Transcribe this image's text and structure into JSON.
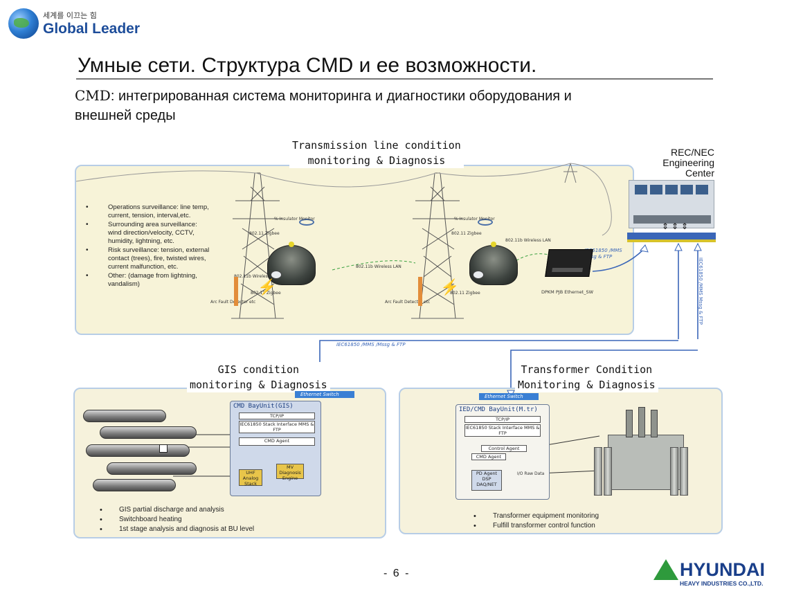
{
  "logo": {
    "tagline": "세계를 이끄는 힘",
    "name": "Global Leader"
  },
  "title": "Умные сети. Структура CMD и ее возможности.",
  "subtitle": {
    "cmd": "CMD",
    "text": ": интегрированная система мониторинга и диагностики оборудования и внешней среды"
  },
  "transmission": {
    "title_line1": "Transmission line condition",
    "title_line2": "monitoring & Diagnosis",
    "bullets": [
      "Operations surveillance: line temp, current, tension, interval,etc.",
      "Surrounding area surveillance: wind direction/velocity, CCTV, humidity, lightning, etc.",
      "Risk surveillance: tension, external contact (trees), fire, twisted wires, current malfunction, etc.",
      "Other: (damage from lightning, vandalism)"
    ],
    "labels": {
      "insulator1": "% Insulator Monitor",
      "insulator2": "% Insulator Monitor",
      "zigbee1": "802.11 Zigbee",
      "zigbee2": "802.11 Zigbee",
      "zigbee3": "802.11 Zigbee",
      "zigbee4": "802.11 Zigbee",
      "wlan1": "802.11b Wireless LAN",
      "wlan2": "802.11b Wireless LAN",
      "wlan3": "802.11b Wireless LAN",
      "arc1": "Arc Fault Detector etc",
      "arc2": "Arc Fault Detector etc",
      "device": "DPKM PJB Ethernet_SW",
      "iec_upper": "IEC61850 /MMS Mssg & FTP",
      "iec_vertical": "IEC61850 /MMS Mssg & FTP",
      "iec_lower": "IEC61850 /MMS /Mssg & FTP"
    }
  },
  "rec": {
    "line1": "REC/NEC",
    "line2": "Engineering",
    "line3": "Center"
  },
  "gis": {
    "title_line1": "GIS condition",
    "title_line2": "monitoring & Diagnosis",
    "switch": "Ethernet Switch",
    "bay_title": "CMD BayUnit(GIS)",
    "tcpip": "TCP/IP",
    "iec_stack": "IEC61850 Stack Interface MMS & FTP",
    "agent": "CMD Agent",
    "uhf": "UHF Analog Stack",
    "mv": "MV Diagnosis Engine",
    "bullets": [
      "GIS partial discharge and analysis",
      "Switchboard heating",
      "1st stage analysis and diagnosis at BU level"
    ]
  },
  "transformer": {
    "title_line1": "Transformer Condition",
    "title_line2": "Monitoring & Diagnosis",
    "switch": "Ethernet Switch",
    "bay_title": "IED/CMD BayUnit(M.tr)",
    "tcpip": "TCP/IP",
    "iec_stack": "IEC61850 Stack Interface MMS & FTP",
    "control": "Control Agent",
    "agent": "CMD Agent",
    "pd": "PD Agent DSP DAQ/NET",
    "pd_data": "I/O Raw Data",
    "bullets": [
      "Transformer equipment monitoring",
      "Fulfill transformer control function"
    ]
  },
  "footer": {
    "page": "- 6 -",
    "brand": "HYUNDAI",
    "brand_sub": "HEAVY INDUSTRIES CO.,LTD."
  },
  "colors": {
    "accent": "#3a66b8",
    "panel": "#f7f3d8",
    "panel_border": "#b7cde6",
    "brand": "#1a3f8a",
    "brand_green": "#2e9a3c"
  }
}
